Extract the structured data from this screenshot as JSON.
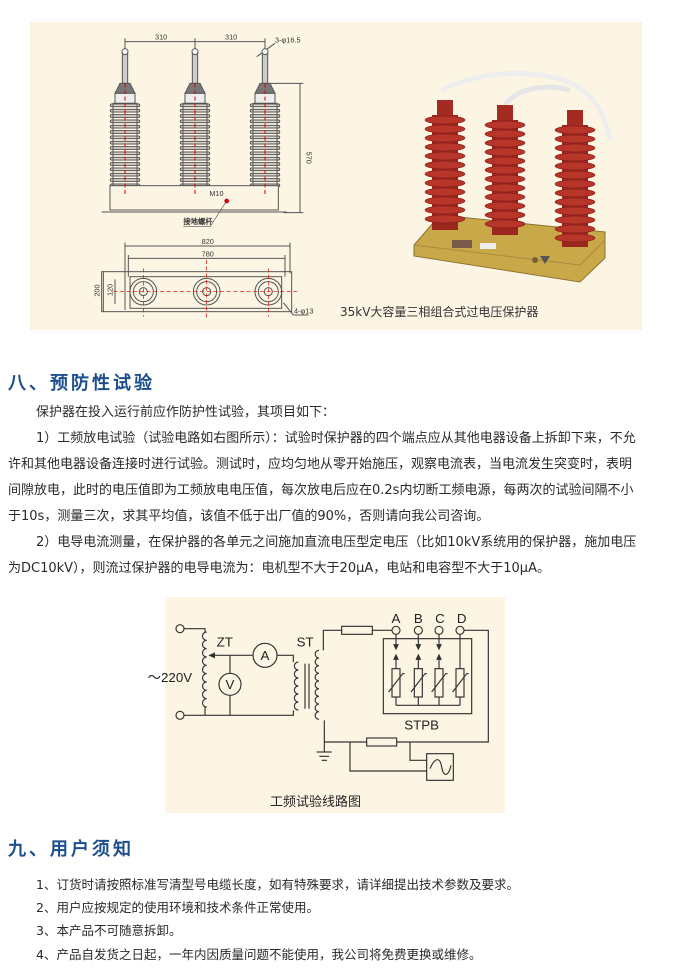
{
  "top_figure": {
    "drawing_labels": {
      "dim_spacing_1": "310",
      "dim_spacing_2": "310",
      "hole_spec": "3-φ16.5",
      "height": "570",
      "bolt": "M10",
      "ground_screw": "接地螺杆",
      "length_outer": "820",
      "length_inner": "780",
      "width_outer": "200",
      "width_inner": "120",
      "mount_holes": "4-φ13"
    },
    "photo_caption": "35kV大容量三相组合式过电压保护器"
  },
  "section8": {
    "heading": "八、预防性试验",
    "lines": [
      "保护器在投入运行前应作防护性试验，其项目如下：",
      "1）工频放电试验（试验电路如右图所示）：试验时保护器的四个端点应从其他电器设备上拆卸下来，不允",
      "许和其他电器设备连接时进行试验。测试时，应均匀地从零开始施压，观察电流表，当电流发生突变时，表明",
      "间隙放电，此时的电压值即为工频放电电压值，每次放电后应在0.2s内切断工频电源，每两次的试验间隔不小",
      "于10s，测量三次，求其平均值，该值不低于出厂值的90%，否则请向我公司咨询。",
      "2）电导电流测量，在保护器的各单元之间施加直流电压型定电压（比如10kV系统用的保护器，施加电压",
      "为DC10kV），则流过保护器的电导电流为：电机型不大于20μA，电站和电容型不大于10μA。"
    ]
  },
  "circuit": {
    "zt": "ZT",
    "st": "ST",
    "voltage": "～220V",
    "ammeter": "A",
    "voltmeter": "V",
    "terminals": [
      "A",
      "B",
      "C",
      "D"
    ],
    "device": "STPB",
    "caption": "工频试验线路图"
  },
  "section9": {
    "heading": "九、用户须知",
    "items": [
      "1、订货时请按照标准写清型号电缆长度，如有特殊要求，请详细提出技术参数及要求。",
      "2、用户应按规定的使用环境和技术条件正常使用。",
      "3、本产品不可随意拆卸。",
      "4、产品自发货之日起，一年内因质量问题不能使用，我公司将免费更换或维修。"
    ]
  },
  "colors": {
    "heading": "#1d4f8f",
    "panel": "#fdf5e4",
    "insulator": "#b8352a",
    "base": "#c9a84a"
  }
}
